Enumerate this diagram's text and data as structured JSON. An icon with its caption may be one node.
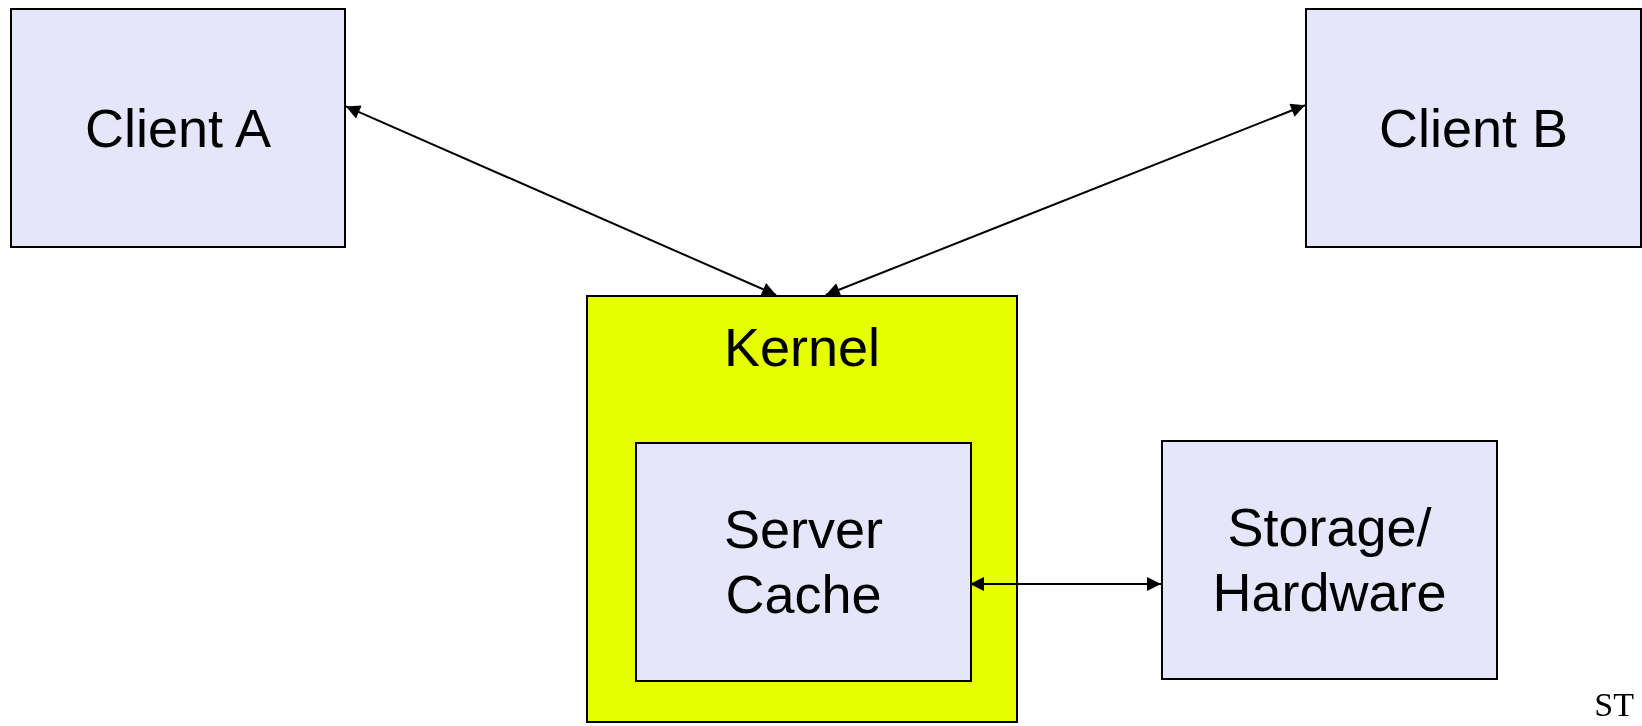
{
  "diagram": {
    "nodes": [
      {
        "text": [
          "Client A"
        ]
      },
      {
        "text": [
          "Client B"
        ]
      },
      {
        "text": [
          "Kernel"
        ]
      },
      {
        "text": [
          "Server Cache"
        ],
        "in": 2
      },
      {
        "text": [
          "Storage/ Hardware"
        ]
      }
    ],
    "edges": [
      {
        "from": 2,
        "to": 0,
        "arrow": "both"
      },
      {
        "from": 2,
        "to": 1,
        "arrow": "both"
      },
      {
        "from": 3,
        "to": 4,
        "arrow": "both"
      }
    ],
    "labels": [
      "ST"
    ]
  }
}
